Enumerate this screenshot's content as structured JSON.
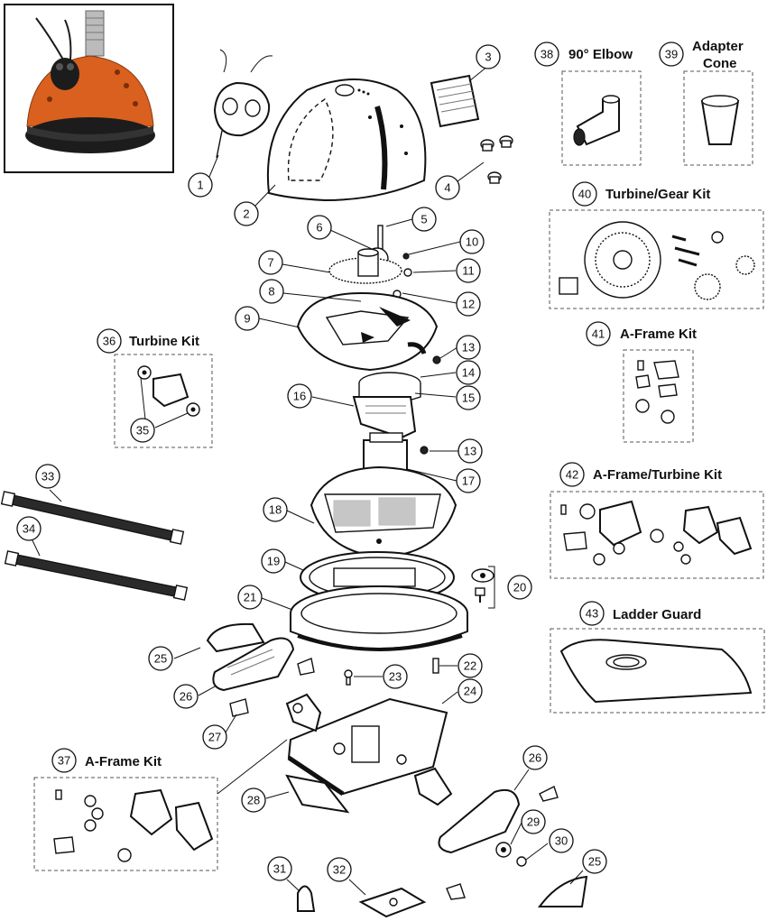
{
  "callouts": {
    "c1": "1",
    "c2": "2",
    "c3": "3",
    "c4": "4",
    "c5": "5",
    "c6": "6",
    "c7": "7",
    "c8": "8",
    "c9": "9",
    "c10": "10",
    "c11": "11",
    "c12": "12",
    "c13a": "13",
    "c13b": "13",
    "c14": "14",
    "c15": "15",
    "c16": "16",
    "c17": "17",
    "c18": "18",
    "c19": "19",
    "c20": "20",
    "c21": "21",
    "c22": "22",
    "c23": "23",
    "c24": "24",
    "c25a": "25",
    "c25b": "25",
    "c26a": "26",
    "c26b": "26",
    "c27": "27",
    "c28": "28",
    "c29": "29",
    "c30": "30",
    "c31": "31",
    "c32": "32",
    "c33": "33",
    "c34": "34",
    "c35": "35",
    "c36": "36",
    "c37": "37",
    "c38": "38",
    "c39": "39",
    "c40": "40",
    "c41": "41",
    "c42": "42",
    "c43": "43"
  },
  "kits": {
    "k36": "Turbine Kit",
    "k37": "A-Frame Kit",
    "k38": "90° Elbow",
    "k39_line1": "Adapter",
    "k39_line2": "Cone",
    "k40": "Turbine/Gear Kit",
    "k41": "A-Frame Kit",
    "k42": "A-Frame/Turbine Kit",
    "k43": "Ladder Guard"
  },
  "colors": {
    "product_orange": "#d9601e",
    "product_black": "#1c1c1c",
    "line": "#111111"
  }
}
